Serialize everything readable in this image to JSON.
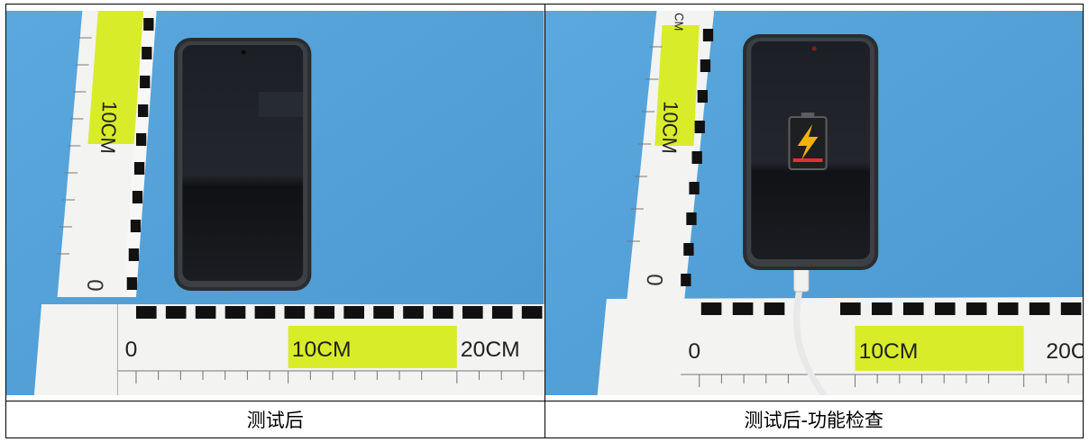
{
  "cells": [
    {
      "caption": "测试后",
      "ruler_vertical_label": "10CM",
      "ruler_horizontal_zero": "0",
      "ruler_horizontal_ten": "10CM",
      "ruler_horizontal_twenty": "20CM",
      "ruler_vertical_zero": "0"
    },
    {
      "caption": "测试后-功能检查",
      "ruler_vertical_label": "10CM",
      "ruler_vertical_top_label": "CM",
      "ruler_horizontal_zero": "0",
      "ruler_horizontal_ten": "10CM",
      "ruler_horizontal_twenty": "20C",
      "ruler_vertical_zero": "0"
    }
  ],
  "colors": {
    "background_blue": "#4f9fd6",
    "ruler_yellow": "#d9ec2a",
    "phone_body": "#2a2d30"
  }
}
